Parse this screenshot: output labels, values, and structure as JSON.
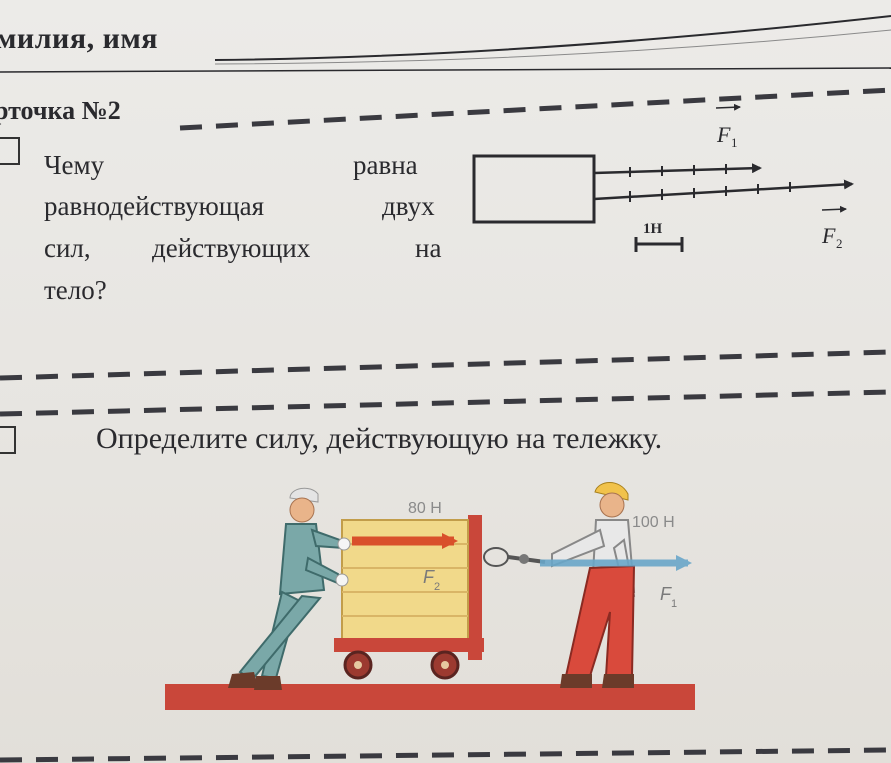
{
  "header": {
    "label": "милия, имя"
  },
  "card": {
    "title": "рточка №2"
  },
  "question1": {
    "words": [
      "Чему",
      "равна",
      "равнодействующая",
      "двух",
      "сил,",
      "действующих",
      "на",
      "тело?"
    ]
  },
  "diagram1": {
    "force1_label": "F",
    "force1_subscript": "1",
    "force2_label": "F",
    "force2_subscript": "2",
    "scale_label": "1Н"
  },
  "question2": {
    "text": "Определите силу, действующую на тележку."
  },
  "diagram2": {
    "force_left_value": "80 Н",
    "force_right_value": "100 Н",
    "force_left_name": "F",
    "force_left_sub": "2",
    "force_right_name": "F",
    "force_right_sub": "1"
  },
  "colors": {
    "ink": "#2a2a2e",
    "arrow_red": "#d9502b",
    "arrow_blue": "#6aa7c9",
    "floor": "#c9473a",
    "crate": "#f1d98a"
  }
}
